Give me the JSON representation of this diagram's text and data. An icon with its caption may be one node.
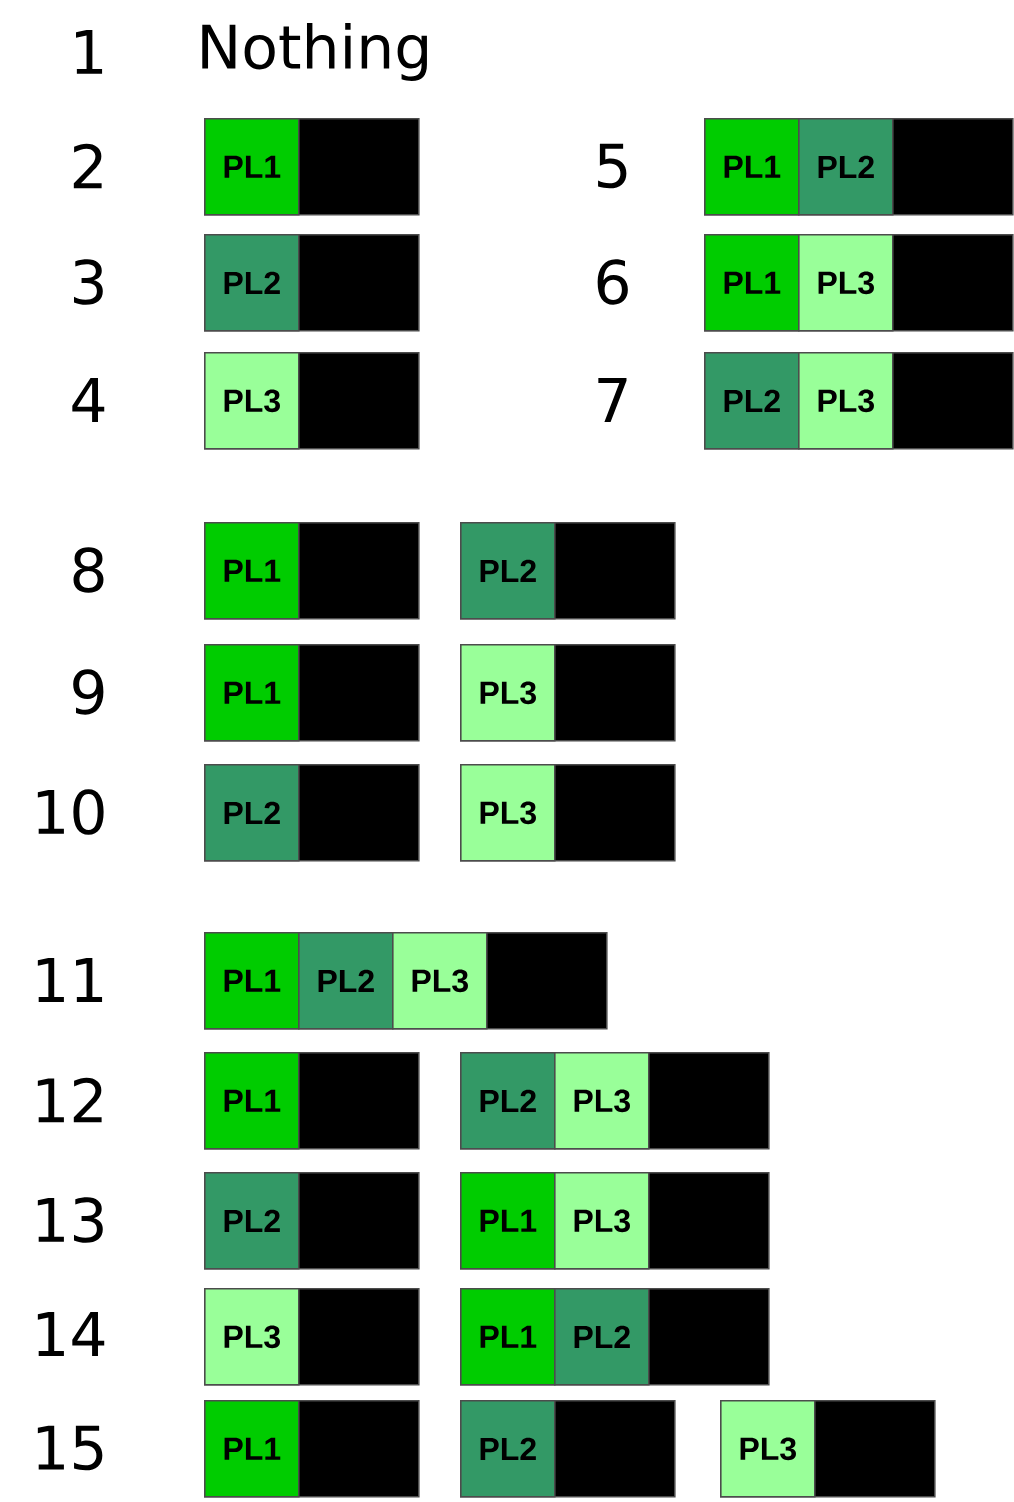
{
  "diagram": {
    "nodes": [
      {
        "text": [],
        "shape": "bar"
      },
      {
        "text": [
          "PL1"
        ],
        "in": 0
      },
      {
        "text": [],
        "shape": "bar"
      },
      {
        "text": [
          "PL1"
        ],
        "in": 2
      },
      {
        "text": [
          "PL2"
        ],
        "in": 2
      },
      {
        "text": [],
        "shape": "bar"
      },
      {
        "text": [
          "PL2"
        ],
        "in": 5
      },
      {
        "text": [],
        "shape": "bar"
      },
      {
        "text": [
          "PL1"
        ],
        "in": 7
      },
      {
        "text": [
          "PL3"
        ],
        "in": 7
      },
      {
        "text": [],
        "shape": "bar"
      },
      {
        "text": [
          "PL3"
        ],
        "in": 10
      },
      {
        "text": [],
        "shape": "bar"
      },
      {
        "text": [
          "PL2"
        ],
        "in": 12
      },
      {
        "text": [
          "PL3"
        ],
        "in": 12
      },
      {
        "text": [],
        "shape": "bar"
      },
      {
        "text": [
          "PL1"
        ],
        "in": 15
      },
      {
        "text": [],
        "shape": "bar"
      },
      {
        "text": [
          "PL2"
        ],
        "in": 17
      },
      {
        "text": [],
        "shape": "bar"
      },
      {
        "text": [
          "PL1"
        ],
        "in": 19
      },
      {
        "text": [],
        "shape": "bar"
      },
      {
        "text": [
          "PL3"
        ],
        "in": 21
      },
      {
        "text": [],
        "shape": "bar"
      },
      {
        "text": [
          "PL2"
        ],
        "in": 23
      },
      {
        "text": [],
        "shape": "bar"
      },
      {
        "text": [
          "PL3"
        ],
        "in": 25
      },
      {
        "text": [],
        "shape": "bar"
      },
      {
        "text": [
          "PL1"
        ],
        "in": 27
      },
      {
        "text": [
          "PL2"
        ],
        "in": 27
      },
      {
        "text": [
          "PL3"
        ],
        "in": 27
      },
      {
        "text": [],
        "shape": "bar"
      },
      {
        "text": [
          "PL1"
        ],
        "in": 31
      },
      {
        "text": [],
        "shape": "bar"
      },
      {
        "text": [
          "PL2"
        ],
        "in": 33
      },
      {
        "text": [
          "PL3"
        ],
        "in": 33
      },
      {
        "text": [],
        "shape": "bar"
      },
      {
        "text": [
          "PL2"
        ],
        "in": 36
      },
      {
        "text": [],
        "shape": "bar"
      },
      {
        "text": [
          "PL1"
        ],
        "in": 38
      },
      {
        "text": [
          "PL3"
        ],
        "in": 38
      },
      {
        "text": [],
        "shape": "bar"
      },
      {
        "text": [
          "PL3"
        ],
        "in": 41
      },
      {
        "text": [],
        "shape": "bar"
      },
      {
        "text": [
          "PL1"
        ],
        "in": 43
      },
      {
        "text": [
          "PL2"
        ],
        "in": 43
      },
      {
        "text": [],
        "shape": "bar"
      },
      {
        "text": [
          "PL1"
        ],
        "in": 46
      },
      {
        "text": [],
        "shape": "bar"
      },
      {
        "text": [
          "PL2"
        ],
        "in": 48
      },
      {
        "text": [],
        "shape": "bar"
      },
      {
        "text": [
          "PL3"
        ],
        "in": 50
      }
    ],
    "labels": [
      "1",
      "Nothing",
      "2",
      "5",
      "3",
      "6",
      "4",
      "7",
      "8",
      "9",
      "10",
      "11",
      "12",
      "13",
      "14",
      "15"
    ]
  }
}
